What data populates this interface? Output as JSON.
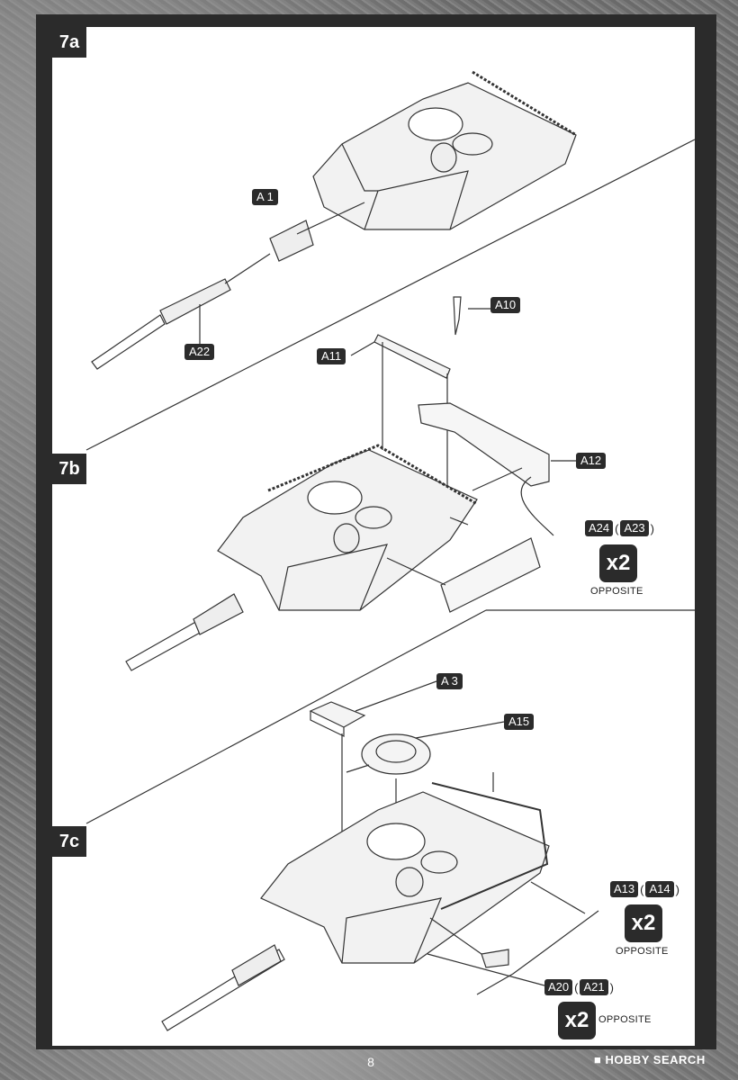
{
  "steps": {
    "s7a": "7a",
    "s7b": "7b",
    "s7c": "7c"
  },
  "parts": {
    "a1": "A 1",
    "a22": "A22",
    "a10": "A10",
    "a11": "A11",
    "a12": "A12",
    "a24": "A24",
    "a23": "A23",
    "a3": "A 3",
    "a15": "A15",
    "a13": "A13",
    "a14": "A14",
    "a20": "A20",
    "a21": "A21"
  },
  "quantities": {
    "q1": "x2",
    "q2": "x2",
    "q3": "x2"
  },
  "notes": {
    "o1": "OPPOSITE",
    "o2": "OPPOSITE",
    "o3": "OPPOSITE"
  },
  "paren": {
    "open": "(",
    "close": ")"
  },
  "footer": {
    "page": "8",
    "watermark": "HOBBY SEARCH"
  },
  "icons": {
    "watermark_icon": "hobby-search-icon"
  }
}
